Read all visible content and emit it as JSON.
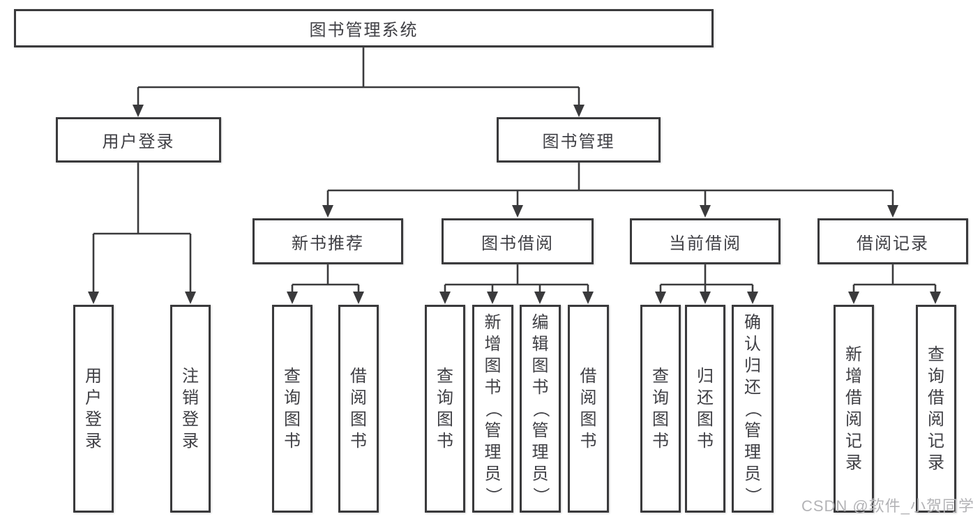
{
  "diagram": {
    "root": "图书管理系统",
    "level2": [
      {
        "label": "用户登录",
        "children": [
          "用户登录",
          "注销登录"
        ]
      },
      {
        "label": "图书管理",
        "children": [
          {
            "label": "新书推荐",
            "children": [
              "查询图书",
              "借阅图书"
            ]
          },
          {
            "label": "图书借阅",
            "children": [
              "查询图书",
              "新增图书（管理员）",
              "编辑图书（管理员）",
              "借阅图书"
            ]
          },
          {
            "label": "当前借阅",
            "children": [
              "查询图书",
              "归还图书",
              "确认归还（管理员）"
            ]
          },
          {
            "label": "借阅记录",
            "children": [
              "新增借阅记录",
              "查询借阅记录"
            ]
          }
        ]
      }
    ]
  },
  "watermark": {
    "text": "CSDN @软件_小贺同学"
  },
  "colors": {
    "line": "#3a3a3c",
    "text": "#3f3f44",
    "box_background": "#ffffff",
    "watermark": "#b3b3b6",
    "page_background": "#ffffff"
  }
}
